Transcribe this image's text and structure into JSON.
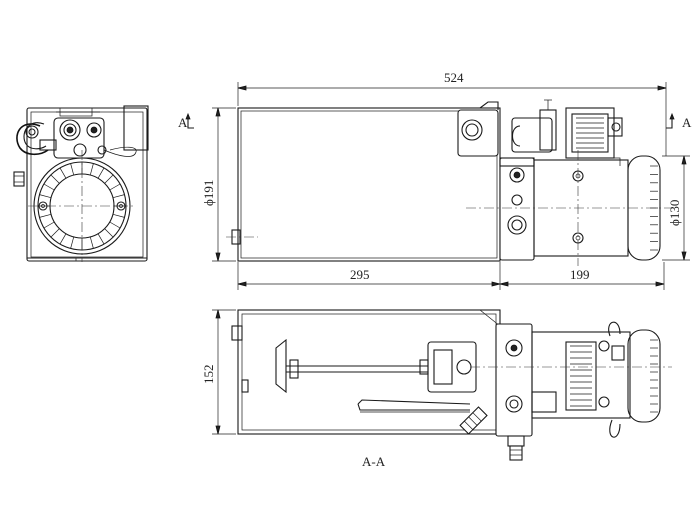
{
  "dimensions": {
    "overall_length": "524",
    "tank_length": "295",
    "motor_length": "199",
    "tank_diameter": "ϕ191",
    "motor_diameter": "ϕ130",
    "tank_height": "152"
  },
  "section_marks": {
    "left": "A",
    "right": "A",
    "section_label": "A-A"
  }
}
